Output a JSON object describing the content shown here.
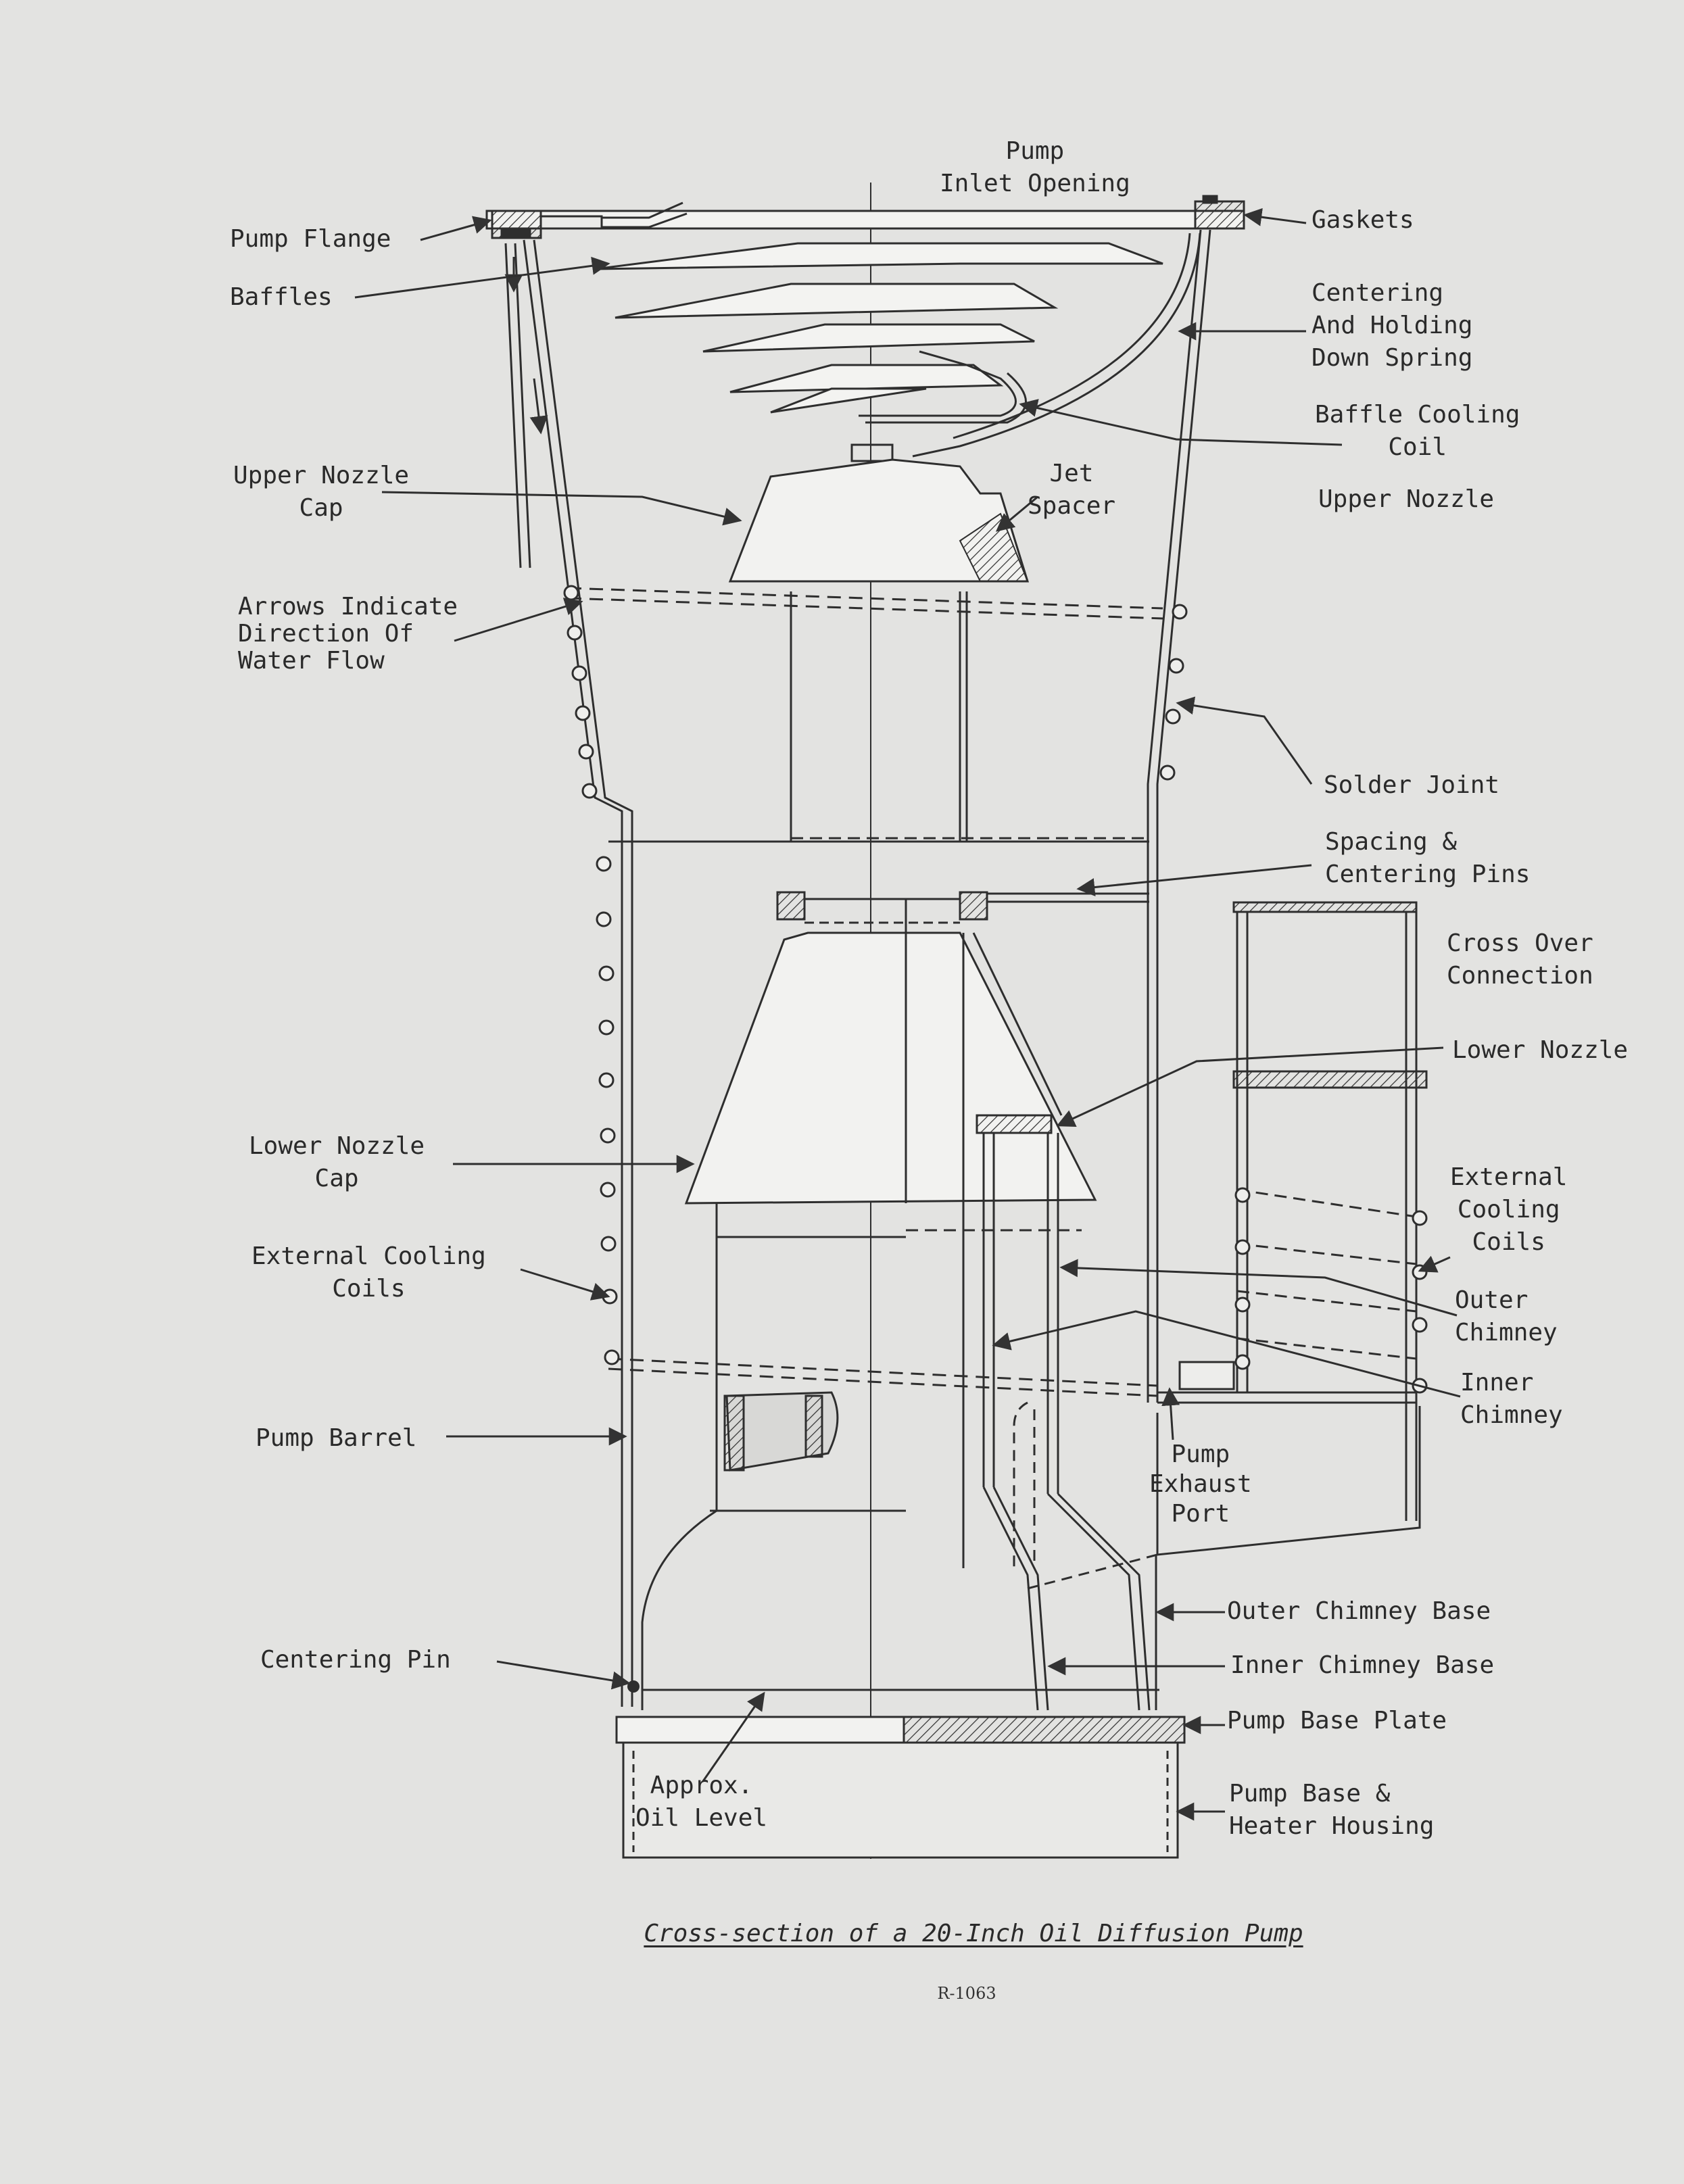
{
  "labels": {
    "pump_inlet_opening": [
      "Pump",
      "Inlet Opening"
    ],
    "pump_flange": [
      "Pump Flange"
    ],
    "gaskets": [
      "Gaskets"
    ],
    "baffles": [
      "Baffles"
    ],
    "centering_spring": [
      "Centering",
      "And Holding",
      "Down Spring"
    ],
    "baffle_cooling_coil": [
      "Baffle Cooling",
      "Coil"
    ],
    "upper_nozzle_cap": [
      "Upper Nozzle",
      "Cap"
    ],
    "jet_spacer": [
      "Jet",
      "Spacer"
    ],
    "upper_nozzle": [
      "Upper Nozzle"
    ],
    "arrows_water_flow": [
      "Arrows Indicate",
      "Direction Of",
      "Water Flow"
    ],
    "solder_joint": [
      "Solder Joint"
    ],
    "spacing_pins": [
      "Spacing &",
      "Centering Pins"
    ],
    "cross_over": [
      "Cross Over",
      "Connection"
    ],
    "lower_nozzle": [
      "Lower Nozzle"
    ],
    "lower_nozzle_cap": [
      "Lower Nozzle",
      "Cap"
    ],
    "external_cooling_coils_right": [
      "External",
      "Cooling",
      "Coils"
    ],
    "external_cooling_coils_left": [
      "External Cooling",
      "Coils"
    ],
    "outer_chimney": [
      "Outer",
      "Chimney"
    ],
    "inner_chimney": [
      "Inner",
      "Chimney"
    ],
    "pump_barrel": [
      "Pump Barrel"
    ],
    "pump_exhaust_port": [
      "Pump",
      "Exhaust",
      "Port"
    ],
    "outer_chimney_base": [
      "Outer Chimney Base"
    ],
    "centering_pin": [
      "Centering Pin"
    ],
    "inner_chimney_base": [
      "Inner Chimney Base"
    ],
    "pump_base_plate": [
      "Pump Base Plate"
    ],
    "approx_oil_level": [
      "Approx.",
      "Oil Level"
    ],
    "pump_base_heater": [
      "Pump Base &",
      "Heater Housing"
    ]
  },
  "caption": "Cross-section of a 20-Inch Oil Diffusion Pump",
  "figure_number": "R-1063"
}
